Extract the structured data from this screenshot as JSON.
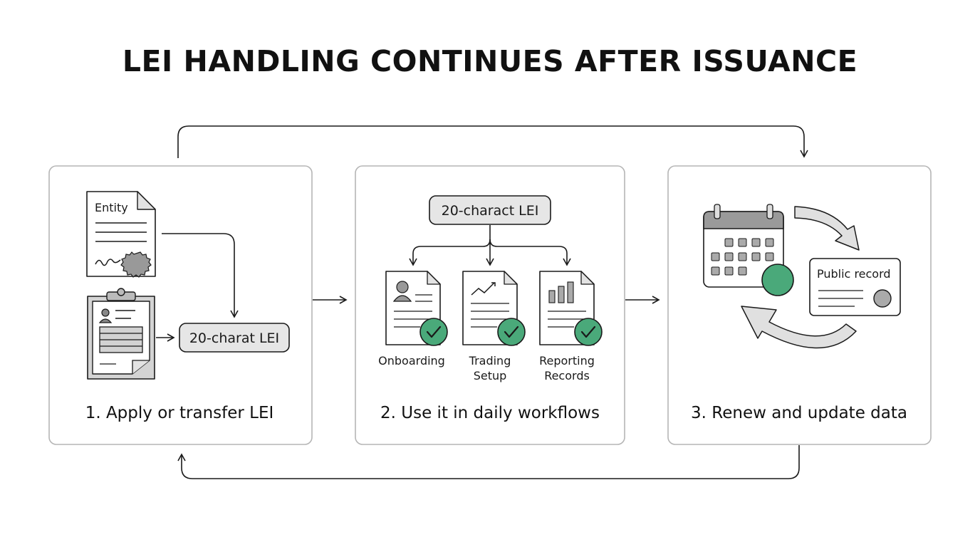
{
  "title": "LEI HANDLING CONTINUES AFTER ISSUANCE",
  "steps": [
    {
      "label": "1. Apply or transfer LEI",
      "document_label": "Entity",
      "pill_label": "20-charat LEI"
    },
    {
      "label": "2. Use it in daily workflows",
      "pill_label": "20-charact LEI",
      "workflows": [
        {
          "line1": "Onboarding",
          "line2": ""
        },
        {
          "line1": "Trading",
          "line2": "Setup"
        },
        {
          "line1": "Reporting",
          "line2": "Records"
        }
      ]
    },
    {
      "label": "3. Renew and update data",
      "card_label": "Public record"
    }
  ],
  "colors": {
    "accent_green": "#4aa97a",
    "border_gray": "#b5b5b5",
    "pill_fill": "#e6e6e6",
    "arrow_fill": "#e0e0e0"
  }
}
